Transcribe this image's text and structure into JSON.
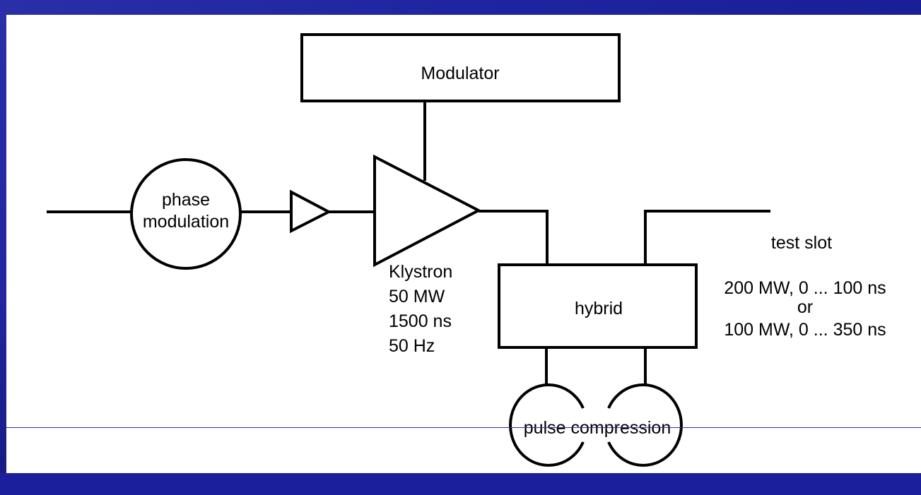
{
  "modulator_label": "Modulator",
  "phase_modulation": [
    "phase",
    "modulation"
  ],
  "klystron_specs": [
    "Klystron",
    "50 MW",
    "1500 ns",
    "50 Hz"
  ],
  "hybrid_label": "hybrid",
  "test_slot_label": "test slot",
  "output_options": [
    "200 MW, 0 ... 100 ns",
    "or",
    "100 MW, 0 ... 350 ns"
  ],
  "pulse_compression_label": "pulse compression",
  "colors": {
    "frame_blue": "#1f24a0",
    "stroke": "#000000"
  }
}
